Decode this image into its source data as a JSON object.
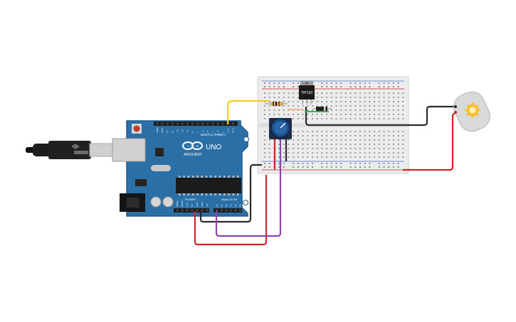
{
  "board": {
    "brand": "ARDUINO",
    "model": "UNO",
    "digital_label": "DIGITAL (PWM~)",
    "power_label": "POWER",
    "analog_label": "ANALOG IN",
    "top_pin_labels": [
      "AREF",
      "GND",
      "13",
      "12",
      "~11",
      "~10",
      "~9",
      "8",
      "7",
      "~6",
      "~5",
      "4",
      "~3",
      "2",
      "TX 1",
      "RX 0"
    ],
    "power_pin_labels": [
      "IOREF",
      "RESET",
      "3.3V",
      "5V",
      "GND",
      "GND",
      "Vin"
    ],
    "analog_pin_labels": [
      "A0",
      "A1",
      "A2",
      "A3",
      "A4",
      "A5"
    ]
  },
  "components": {
    "transistor_label": "TIP120"
  },
  "colors": {
    "arduino_blue": "#2a6fa6",
    "wire_yellow": "#f2cf1d",
    "wire_red": "#d3232a",
    "wire_black": "#2b2b2b",
    "wire_purple": "#8e44ad",
    "wire_green": "#35b34a",
    "breadboard": "#ececec",
    "motor_body": "#d9d9d9",
    "motor_gear": "#f6c12c"
  }
}
